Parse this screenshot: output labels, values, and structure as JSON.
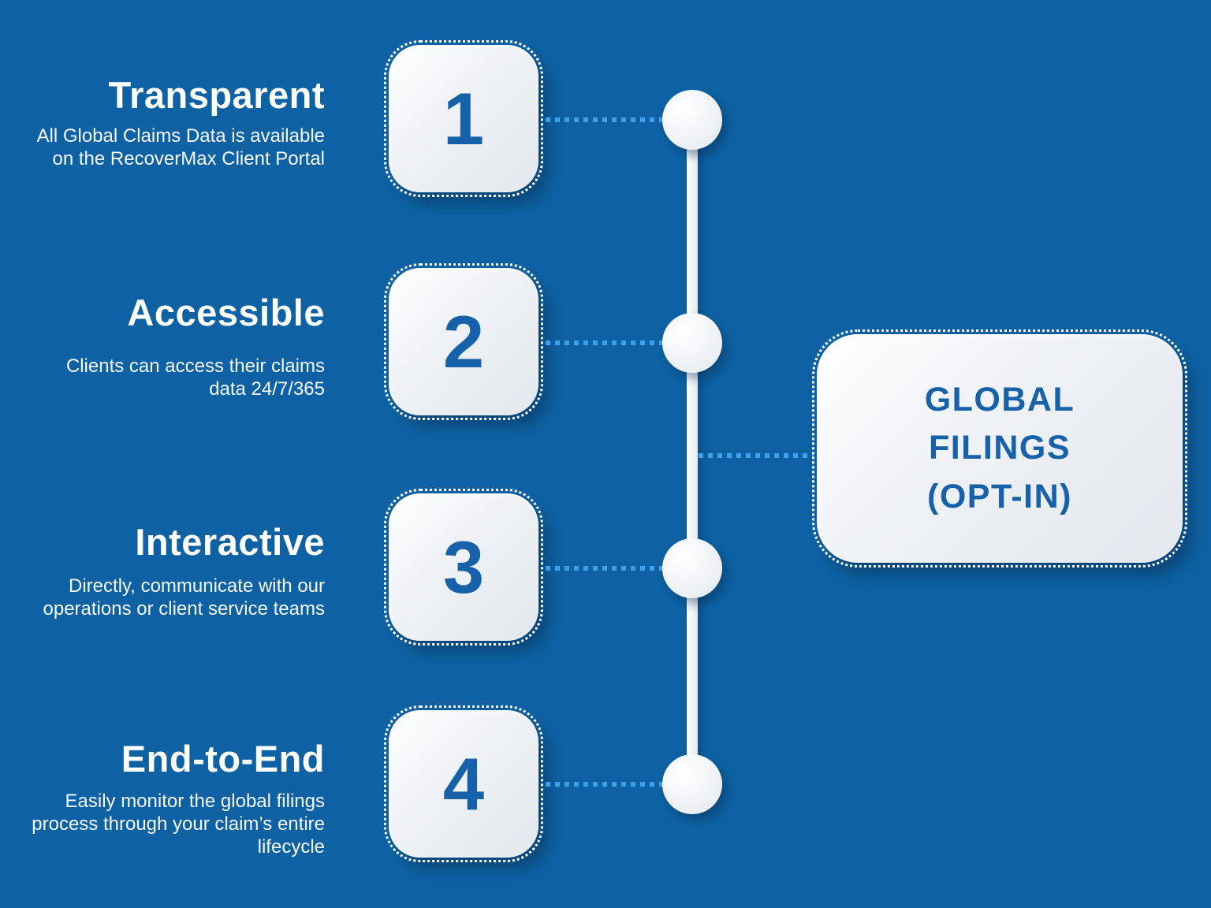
{
  "canvas": {
    "background_color": "#0e62a3",
    "card_color": "#eef1f5",
    "accent_text_color": "#1661a9",
    "connector_color": "#3da0e8",
    "heading_text_color": "#ffffff"
  },
  "steps": [
    {
      "number": "1",
      "title": "Transparent",
      "description_lines": [
        "All Global Claims Data is available",
        "on the RecoverMax Client Portal"
      ]
    },
    {
      "number": "2",
      "title": "Accessible",
      "description_lines": [
        "Clients can access their claims",
        "data 24/7/365"
      ]
    },
    {
      "number": "3",
      "title": "Interactive",
      "description_lines": [
        "Directly, communicate with our",
        "operations or client service teams"
      ]
    },
    {
      "number": "4",
      "title": "End-to-End",
      "description_lines": [
        "Easily monitor the global filings",
        "process through your claim’s entire",
        "lifecycle"
      ]
    }
  ],
  "callout": {
    "label_lines": [
      "GLOBAL",
      "FILINGS",
      "(OPT-IN)"
    ]
  }
}
